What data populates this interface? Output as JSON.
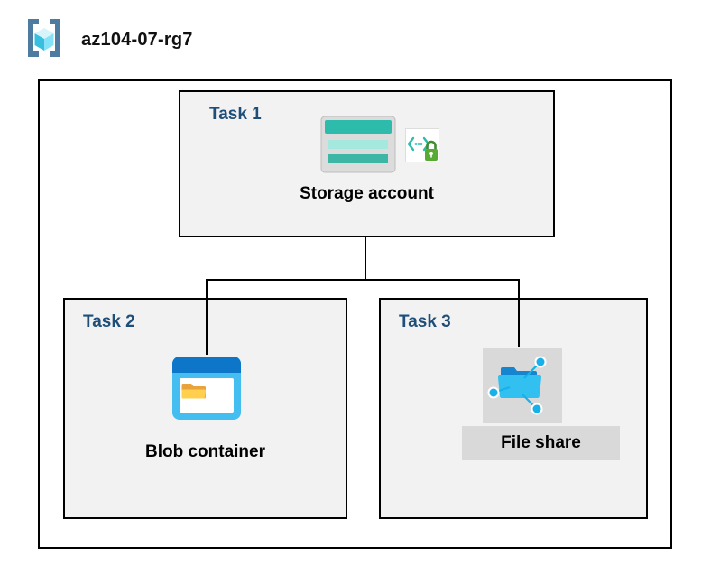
{
  "header": {
    "resource_group_name": "az104-07-rg7",
    "icon": "azure-resource-group-icon"
  },
  "tasks": [
    {
      "label": "Task 1",
      "item": "Storage account",
      "icons": [
        "storage-account-icon",
        "access-policy-lock-icon"
      ]
    },
    {
      "label": "Task 2",
      "item": "Blob container",
      "icons": [
        "blob-container-icon"
      ]
    },
    {
      "label": "Task 3",
      "item": "File share",
      "icons": [
        "file-share-icon"
      ]
    }
  ],
  "colors": {
    "task_label_blue": "#1f4e79",
    "task_box_fill": "#f2f2f2",
    "border_black": "#000000",
    "selection_gray": "#d9d9d9",
    "storage_teal": "#2dbcab",
    "storage_mint": "#a5e8de",
    "blob_blue": "#44bdf0",
    "blob_bar_blue": "#0e76c8",
    "folder_yellow": "#ffcf4d",
    "file_share_cyan": "#1fa8e6",
    "lock_green": "#57ab33"
  }
}
